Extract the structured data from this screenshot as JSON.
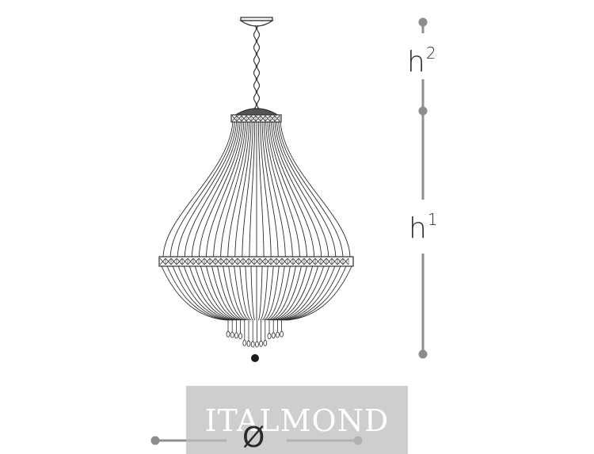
{
  "dimensions": {
    "height_total_label": "h",
    "height_total_sup": "1",
    "height_chain_label": "h",
    "height_chain_sup": "2",
    "diameter_symbol": "Ø"
  },
  "watermark": {
    "text": "ITALMOND"
  },
  "colors": {
    "line": "#2b2b2b",
    "dimension": "#8c8c8c",
    "watermark_bg": "#bebebe"
  }
}
